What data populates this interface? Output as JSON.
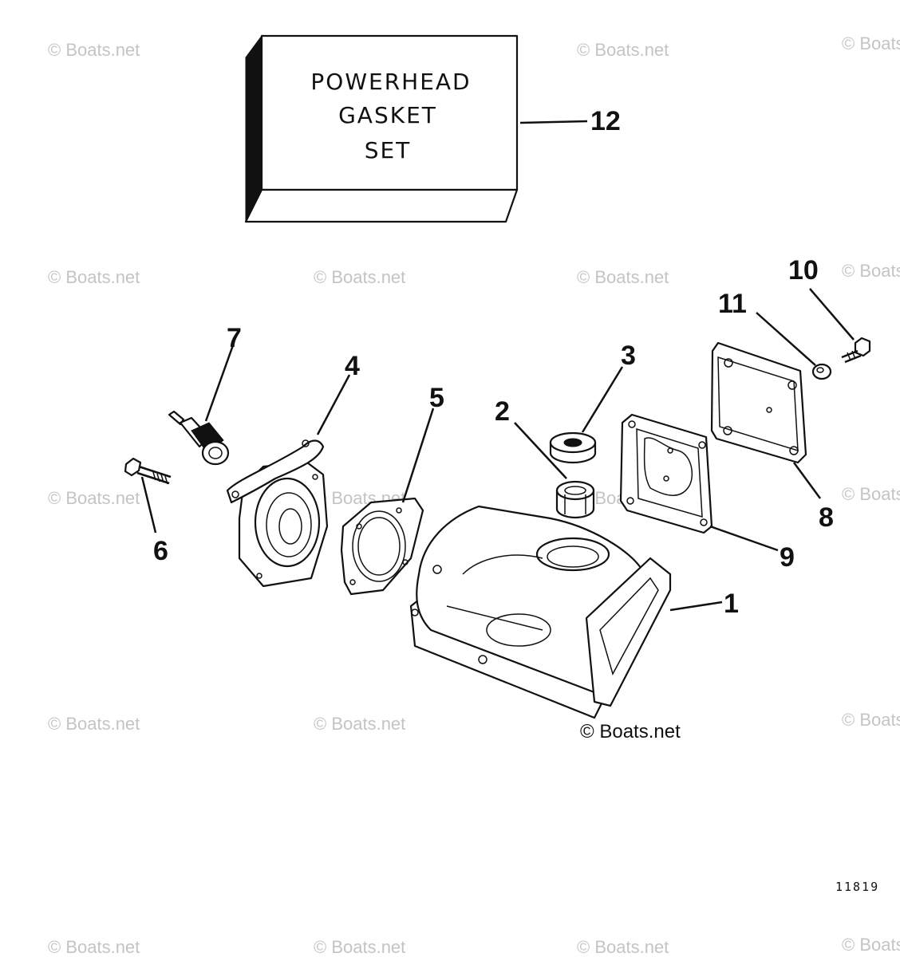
{
  "gasket_box": {
    "line1": "POWERHEAD",
    "line2": "GASKET",
    "line3": "SET"
  },
  "callouts": {
    "c1": "1",
    "c2": "2",
    "c3": "3",
    "c4": "4",
    "c5": "5",
    "c6": "6",
    "c7": "7",
    "c8": "8",
    "c9": "9",
    "c10": "10",
    "c11": "11",
    "c12": "12"
  },
  "watermark": "© Boats.net",
  "copyright": "© Boats.net",
  "drawing_number": "11819"
}
